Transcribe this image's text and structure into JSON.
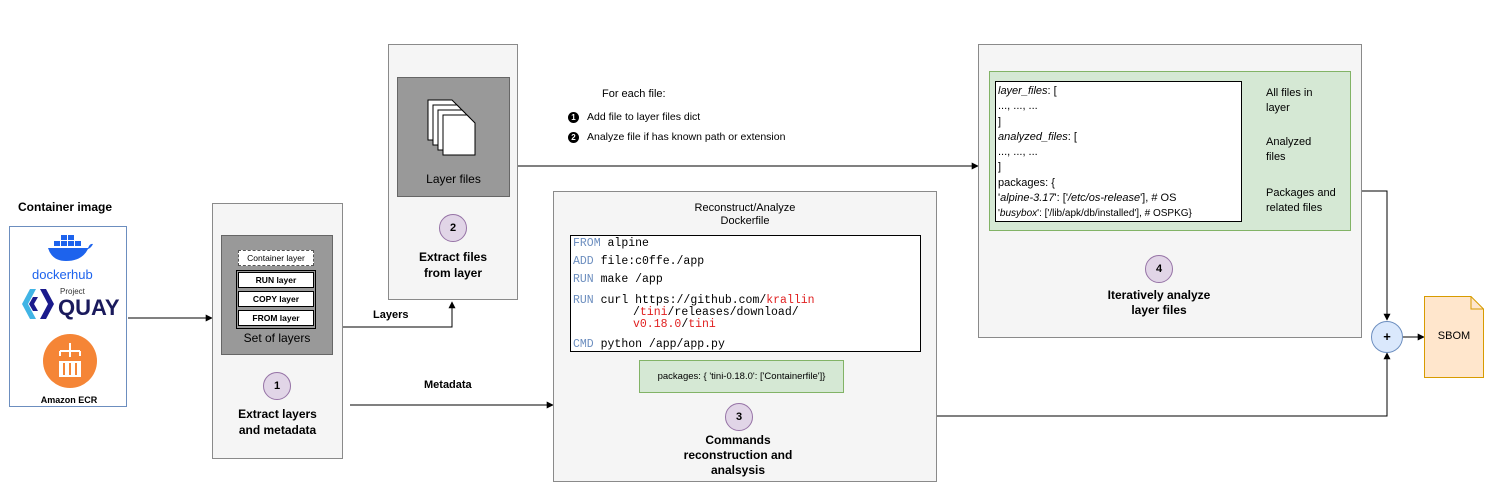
{
  "container_image": {
    "title": "Container image",
    "registries": [
      "dockerhub",
      "Project",
      "QUAY",
      "Amazon ECR"
    ]
  },
  "step1": {
    "number": "1",
    "title_line1": "Extract layers",
    "title_line2": "and metadata",
    "layers": [
      "Container layer",
      "RUN layer",
      "COPY layer",
      "FROM layer"
    ],
    "caption": "Set of layers"
  },
  "step2": {
    "number": "2",
    "title_line1": "Extract files",
    "title_line2": "from layer",
    "caption": "Layer files"
  },
  "edges": {
    "layers_label": "Layers",
    "metadata_label": "Metadata"
  },
  "for_each": {
    "title": "For each file:",
    "items": [
      {
        "n": "1",
        "text": "Add file to layer files dict"
      },
      {
        "n": "2",
        "text": "Analyze file if has known  path or extension"
      }
    ]
  },
  "step3": {
    "number": "3",
    "header_line1": "Reconstruct/Analyze",
    "header_line2": "Dockerfile",
    "title_line1": "Commands",
    "title_line2": "reconstruction and",
    "title_line3": "analsysis",
    "packages": "packages: { 'tini-0.18.0': ['Containerfile']}",
    "dockerfile": {
      "from_kw": "FROM",
      "from_val": " alpine",
      "add_kw": "ADD",
      "add_val": " file:c0ffe./app",
      "run1_kw": "RUN",
      "run1_val": " make /app",
      "run2_kw": "RUN",
      "run2_a": " curl https://github.com/",
      "run2_b": "krallin",
      "run2_c": "/",
      "run2_d": "tini",
      "run2_e": "/releases/download/",
      "run2_f": "v0.18.0",
      "run2_g": "/",
      "run2_h": "tini",
      "cmd_kw": "CMD",
      "cmd_val": " python /app/app.py"
    }
  },
  "step4": {
    "number": "4",
    "title_line1": "Iteratively analyze",
    "title_line2": "layer files",
    "dict": {
      "l1_key": "layer_files",
      "l1_rest": ": [",
      "l2": "..., ..., ...",
      "l3": "]",
      "l4_key": "analyzed_files",
      "l4_rest": ": [",
      "l5": "..., ..., ...",
      "l6": "]",
      "l7": "packages: {",
      "l8_a": "'",
      "l8_key": "alpine-3.17",
      "l8_b": "': ['",
      "l8_path": "/etc/os-release",
      "l8_c": "'], # OS",
      "l9_a": "'",
      "l9_key": "busybox",
      "l9_b": "': ['/lib/apk/db/installed'], # OSPKG}"
    },
    "annotations": [
      {
        "line1": "All files in",
        "line2": "layer"
      },
      {
        "line1": "Analyzed",
        "line2": "files"
      },
      {
        "line1": "Packages and",
        "line2": "related files"
      }
    ]
  },
  "merge": {
    "symbol": "+"
  },
  "output": {
    "label": "SBOM"
  },
  "colors": {
    "panel_bg": "#f5f5f5",
    "green_bg": "#d5e8d4",
    "green_border": "#82b366",
    "purple_bg": "#e1d5e7",
    "purple_border": "#9673a6",
    "blue_bg": "#dae8fc",
    "blue_border": "#6c8ebf",
    "sbom_bg": "#ffe6cc",
    "sbom_border": "#d79b00",
    "grey_box": "#999999",
    "keyword": "#6c8ebf",
    "highlight": "#e02020"
  }
}
